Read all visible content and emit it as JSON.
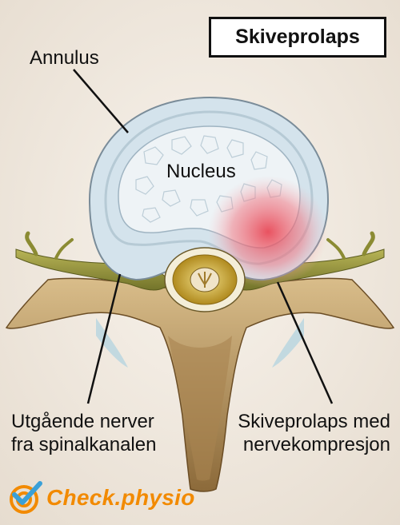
{
  "title": "Skiveprolaps",
  "labels": {
    "annulus": "Annulus",
    "nucleus": "Nucleus",
    "outgoing_nerves": [
      "Utgående nerver",
      "fra spinalkanalen"
    ],
    "prolapse": [
      "Skiveprolaps med",
      "nervekompresjon"
    ]
  },
  "brand": {
    "name": "Check.physio",
    "icon": "check-target-icon"
  },
  "colors": {
    "background": "#efe6db",
    "annulus": "#c9dbe6",
    "nerve": "#9a9a3c",
    "bone": "#b89560",
    "inflammation": "#e0505e",
    "brand": "#f28a00",
    "check": "#3aa0d8"
  }
}
